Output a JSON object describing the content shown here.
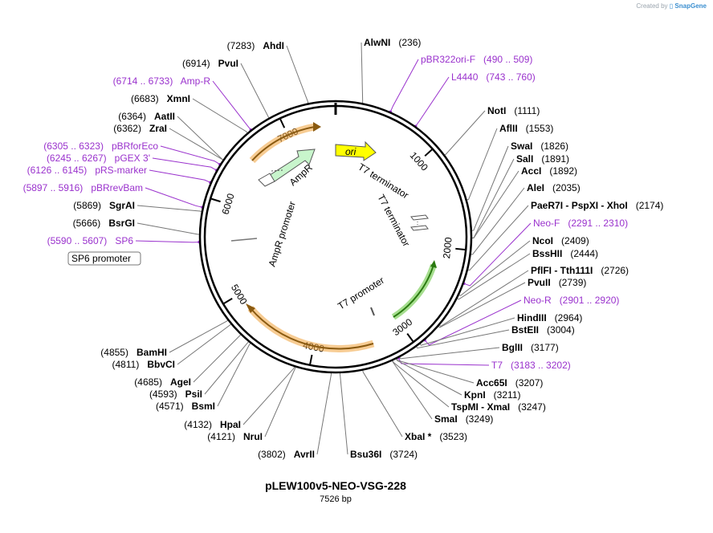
{
  "credit": {
    "prefix": "Created by",
    "brand": "SnapGene"
  },
  "plasmid": {
    "name": "pLEW100v5-NEO-VSG-228",
    "length": "7526 bp"
  },
  "tick_labels": [
    "1000",
    "2000",
    "3000",
    "4000",
    "5000",
    "6000",
    "7000"
  ],
  "features": [
    {
      "label": "ori",
      "color": "#ffff00"
    },
    {
      "label": "AmpR",
      "color": "#c8f5cc"
    },
    {
      "label": "T7 terminator"
    },
    {
      "label": "T7 terminator"
    },
    {
      "label": "AmpR promoter"
    },
    {
      "label": "T7 promoter"
    },
    {
      "label": "SP6 promoter"
    }
  ],
  "sites": [
    {
      "name": "AlwNI",
      "pos": "(236)",
      "kind": "enzyme"
    },
    {
      "name": "pBR322ori-F",
      "pos": "(490 .. 509)",
      "kind": "primer"
    },
    {
      "name": "L4440",
      "pos": "(743 .. 760)",
      "kind": "primer"
    },
    {
      "name": "NotI",
      "pos": "(1111)",
      "kind": "enzyme"
    },
    {
      "name": "AflII",
      "pos": "(1553)",
      "kind": "enzyme"
    },
    {
      "name": "SwaI",
      "pos": "(1826)",
      "kind": "enzyme"
    },
    {
      "name": "SalI",
      "pos": "(1891)",
      "kind": "enzyme"
    },
    {
      "name": "AccI",
      "pos": "(1892)",
      "kind": "enzyme"
    },
    {
      "name": "AleI",
      "pos": "(2035)",
      "kind": "enzyme"
    },
    {
      "name": "PaeR7I - PspXI - XhoI",
      "pos": "(2174)",
      "kind": "enzyme"
    },
    {
      "name": "Neo-F",
      "pos": "(2291 .. 2310)",
      "kind": "primer"
    },
    {
      "name": "NcoI",
      "pos": "(2409)",
      "kind": "enzyme"
    },
    {
      "name": "BssHII",
      "pos": "(2444)",
      "kind": "enzyme"
    },
    {
      "name": "PflFI - Tth111I",
      "pos": "(2726)",
      "kind": "enzyme"
    },
    {
      "name": "PvuII",
      "pos": "(2739)",
      "kind": "enzyme"
    },
    {
      "name": "Neo-R",
      "pos": "(2901 .. 2920)",
      "kind": "primer"
    },
    {
      "name": "HindIII",
      "pos": "(2964)",
      "kind": "enzyme"
    },
    {
      "name": "BstEII",
      "pos": "(3004)",
      "kind": "enzyme"
    },
    {
      "name": "BglII",
      "pos": "(3177)",
      "kind": "enzyme"
    },
    {
      "name": "T7",
      "pos": "(3183 .. 3202)",
      "kind": "primer"
    },
    {
      "name": "Acc65I",
      "pos": "(3207)",
      "kind": "enzyme"
    },
    {
      "name": "KpnI",
      "pos": "(3211)",
      "kind": "enzyme"
    },
    {
      "name": "TspMI - XmaI",
      "pos": "(3247)",
      "kind": "enzyme"
    },
    {
      "name": "SmaI",
      "pos": "(3249)",
      "kind": "enzyme"
    },
    {
      "name": "XbaI *",
      "pos": "(3523)",
      "kind": "enzyme"
    },
    {
      "name": "Bsu36I",
      "pos": "(3724)",
      "kind": "enzyme"
    },
    {
      "name": "AvrII",
      "pos": "(3802)",
      "kind": "enzyme"
    },
    {
      "name": "NruI",
      "pos": "(4121)",
      "kind": "enzyme"
    },
    {
      "name": "HpaI",
      "pos": "(4132)",
      "kind": "enzyme"
    },
    {
      "name": "BsmI",
      "pos": "(4571)",
      "kind": "enzyme"
    },
    {
      "name": "PsiI",
      "pos": "(4593)",
      "kind": "enzyme"
    },
    {
      "name": "AgeI",
      "pos": "(4685)",
      "kind": "enzyme"
    },
    {
      "name": "BbvCI",
      "pos": "(4811)",
      "kind": "enzyme"
    },
    {
      "name": "BamHI",
      "pos": "(4855)",
      "kind": "enzyme"
    },
    {
      "name": "SP6",
      "pos": "(5590 .. 5607)",
      "kind": "primer"
    },
    {
      "name": "BsrGI",
      "pos": "(5666)",
      "kind": "enzyme"
    },
    {
      "name": "SgrAI",
      "pos": "(5869)",
      "kind": "enzyme"
    },
    {
      "name": "pBRrevBam",
      "pos": "(5897 .. 5916)",
      "kind": "primer"
    },
    {
      "name": "pRS-marker",
      "pos": "(6126 .. 6145)",
      "kind": "primer"
    },
    {
      "name": "pGEX 3'",
      "pos": "(6245 .. 6267)",
      "kind": "primer"
    },
    {
      "name": "pBRforEco",
      "pos": "(6305 .. 6323)",
      "kind": "primer"
    },
    {
      "name": "ZraI",
      "pos": "(6362)",
      "kind": "enzyme"
    },
    {
      "name": "AatII",
      "pos": "(6364)",
      "kind": "enzyme"
    },
    {
      "name": "XmnI",
      "pos": "(6683)",
      "kind": "enzyme"
    },
    {
      "name": "Amp-R",
      "pos": "(6714 .. 6733)",
      "kind": "primer"
    },
    {
      "name": "PvuI",
      "pos": "(6914)",
      "kind": "enzyme"
    },
    {
      "name": "AhdI",
      "pos": "(7283)",
      "kind": "enzyme"
    }
  ]
}
